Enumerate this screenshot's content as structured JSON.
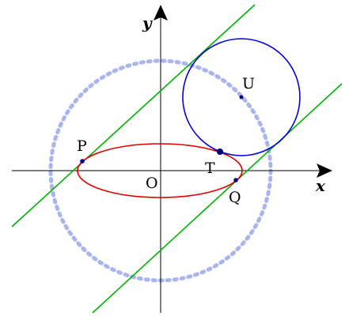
{
  "labels": {
    "x_axis": "x",
    "y_axis": "y",
    "origin": "O",
    "point_p": "P",
    "point_q": "Q",
    "point_t": "T",
    "point_u": "U"
  },
  "colors": {
    "axes": "#000000",
    "tangent_lines": "#00b000",
    "ellipse": "#e00000",
    "circle_u": "#0000dd",
    "dotted_circle": "#aab4ee",
    "points": "#000080"
  }
}
